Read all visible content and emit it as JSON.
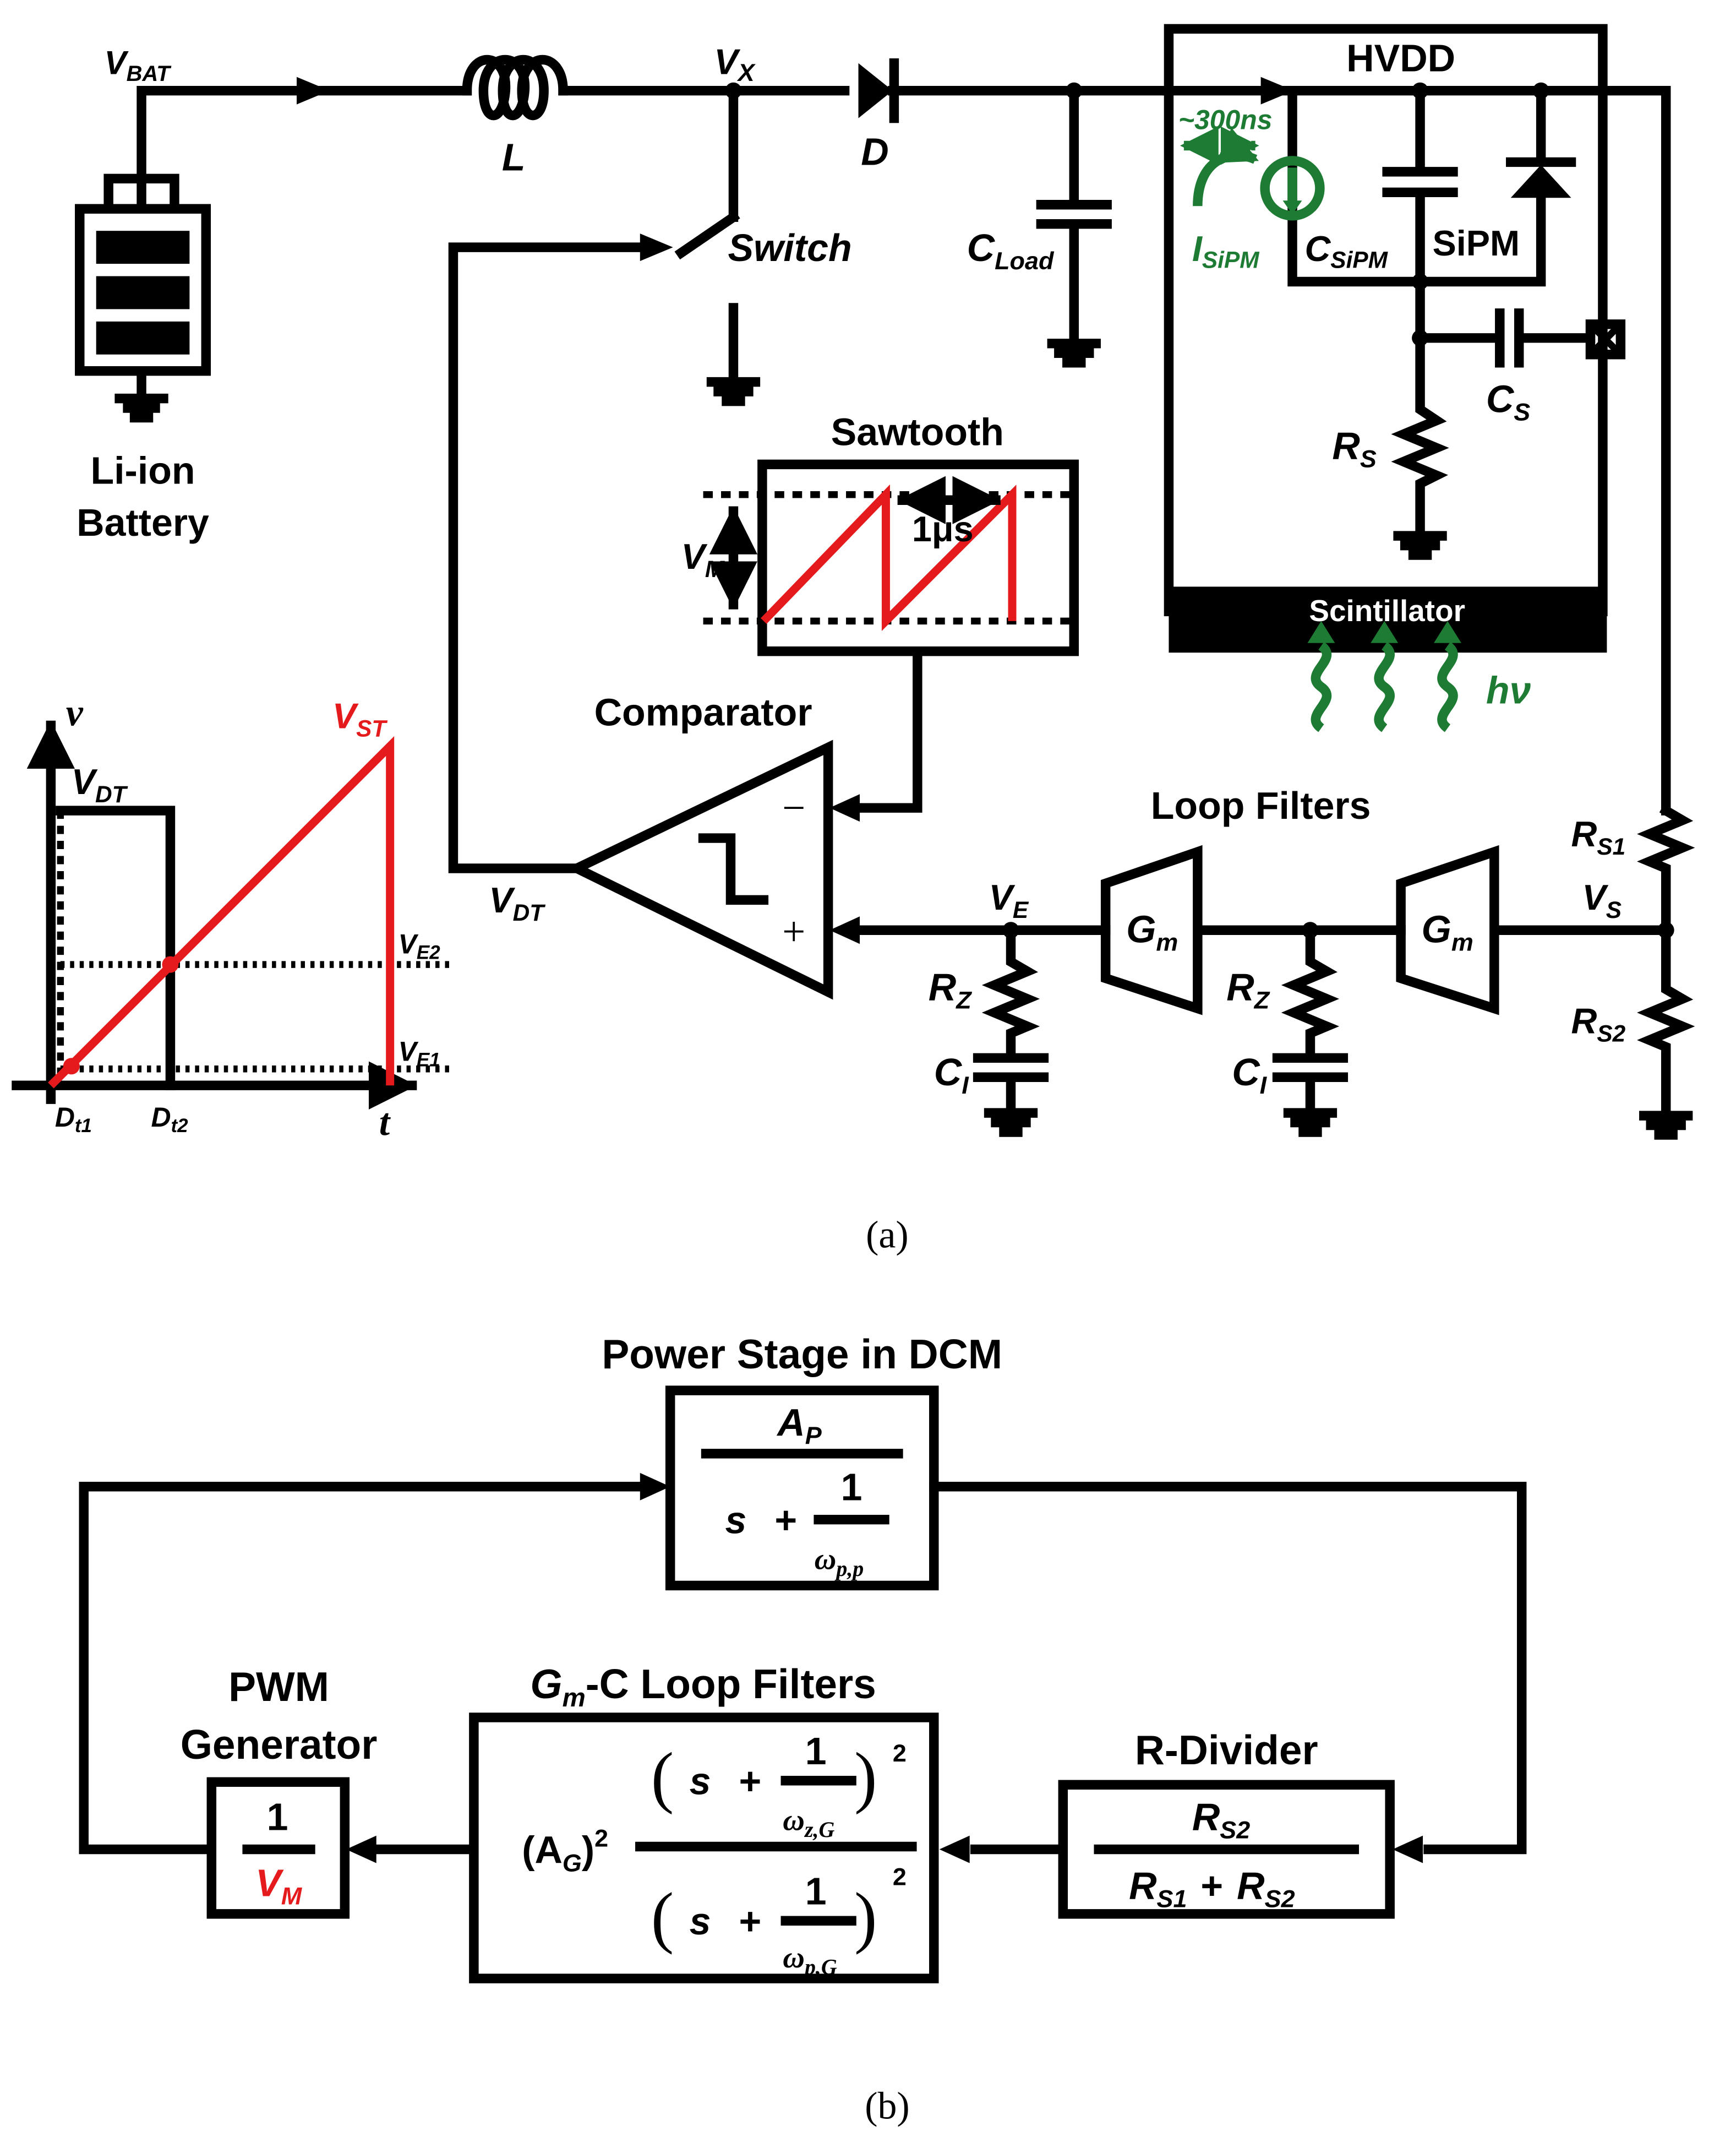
{
  "colors": {
    "red": "#e41a1c",
    "green": "#1e7b34",
    "black": "#000000"
  },
  "panel_a": {
    "caption": "(a)",
    "vbat": "V",
    "vbat_sub": "BAT",
    "battery": [
      "Li-ion",
      "Battery"
    ],
    "inductor": "L",
    "vx": "V",
    "vx_sub": "X",
    "diode": "D",
    "switch": "Switch",
    "cload": "C",
    "cload_sub": "Load",
    "hvdd": "HVDD",
    "time_300": "~300ns",
    "isipm": "I",
    "isipm_sub": "SiPM",
    "csipm": "C",
    "csipm_sub": "SiPM",
    "sipm": "SiPM",
    "cs": "C",
    "cs_sub": "S",
    "rs": "R",
    "rs_sub": "S",
    "scintillator": "Scintillator",
    "hv": "hν",
    "sawtooth": "Sawtooth",
    "vm": "V",
    "vm_sub": "M",
    "period": "1μs",
    "comparator": "Comparator",
    "minus": "−",
    "plus": "+",
    "vdt": "V",
    "vdt_sub": "DT",
    "ve": "V",
    "ve_sub": "E",
    "loop_filters": "Loop Filters",
    "gm": "G",
    "gm_sub": "m",
    "rz": "R",
    "rz_sub": "Z",
    "ci": "C",
    "ci_sub": "I",
    "rs1": "R",
    "rs1_sub": "S1",
    "rs2": "R",
    "rs2_sub": "S2",
    "vs": "V",
    "vs_sub": "S",
    "plot": {
      "v_axis": "v",
      "t_axis": "t",
      "vdt": "V",
      "vdt_sub": "DT",
      "vst": "V",
      "vst_sub": "ST",
      "ve2": "V",
      "ve2_sub": "E2",
      "ve1": "V",
      "ve1_sub": "E1",
      "dt1": "D",
      "dt1_sub": "t1",
      "dt2": "D",
      "dt2_sub": "t2"
    }
  },
  "panel_b": {
    "caption": "(b)",
    "power_stage": "Power Stage in DCM",
    "ap": "A",
    "ap_sub": "P",
    "s": "s",
    "plus": "+",
    "one": "1",
    "wpp": "ω",
    "wpp_sub": "p,p",
    "pwm": [
      "PWM",
      "Generator"
    ],
    "vm": "V",
    "vm_sub": "M",
    "gmc_g": "G",
    "gmc_m": "m",
    "gmc_rest": "-C Loop Filters",
    "ag": "(A",
    "ag_sub": "G",
    "ag_close": ")",
    "sq": "2",
    "lp": "(",
    "rp": ")",
    "wzg": "ω",
    "wzg_sub": "z,G",
    "wpg": "ω",
    "wpg_sub": "p,G",
    "rdivider": "R-Divider",
    "rs2": "R",
    "rs2_sub": "S2",
    "rs1": "R",
    "rs1_sub": "S1"
  }
}
